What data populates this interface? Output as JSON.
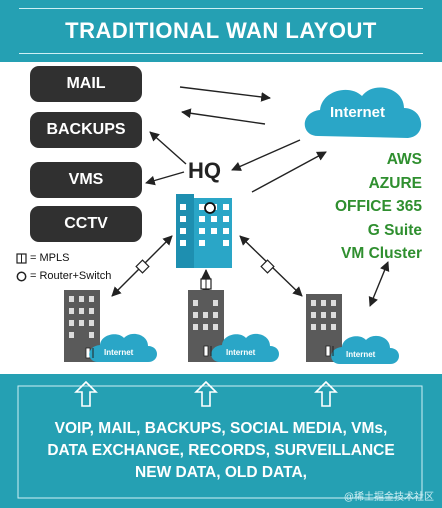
{
  "header": {
    "title": "TRADITIONAL WAN LAYOUT"
  },
  "services": [
    {
      "label": "MAIL"
    },
    {
      "label": "BACKUPS"
    },
    {
      "label": "VMS"
    },
    {
      "label": "CCTV"
    }
  ],
  "hq": {
    "label": "HQ"
  },
  "internet": {
    "main_label": "Internet",
    "branch_label": "Internet"
  },
  "cloud_services": [
    "AWS",
    "AZURE",
    "OFFICE 365",
    "G Suite",
    "VM Cluster"
  ],
  "legend": [
    {
      "icon": "mpls-icon",
      "label": "= MPLS"
    },
    {
      "icon": "router-switch-icon",
      "label": "= Router+Switch"
    }
  ],
  "data_types": [
    "VOIP, MAIL, BACKUPS, SOCIAL MEDIA, VMs,",
    "DATA EXCHANGE, RECORDS, SURVEILLANCE",
    "NEW DATA, OLD DATA,"
  ],
  "watermark": "@稀土掘金技术社区",
  "colors": {
    "teal": "#25a0b3",
    "dark_box": "#303030",
    "green_text": "#2f8f2f",
    "building_blue": "#2aa6c7",
    "building_gray": "#5a5a5a"
  }
}
